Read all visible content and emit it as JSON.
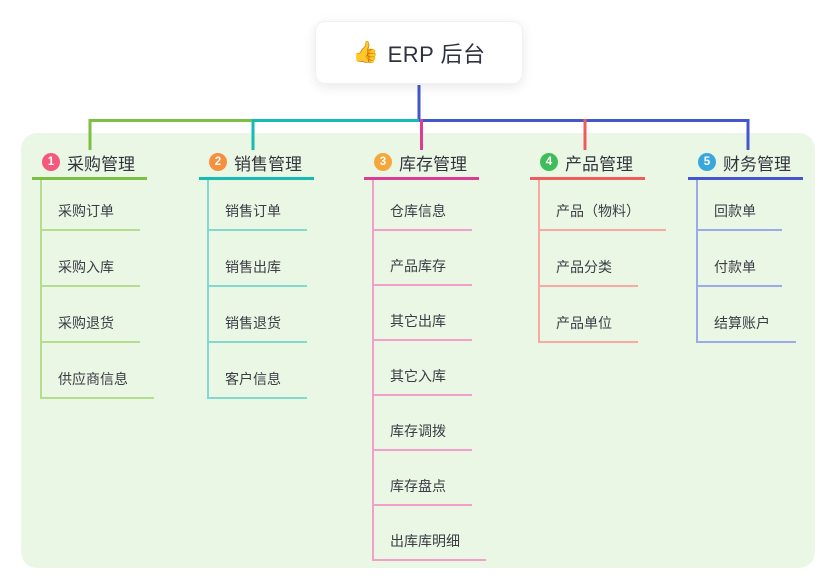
{
  "root": {
    "icon": "👍",
    "title": "ERP 后台"
  },
  "branches": [
    {
      "num": "1",
      "title": "采购管理",
      "badge_color": "#f4597c",
      "line_color": "#7dbe45",
      "child_line_color": "#b6dc90",
      "children": [
        "采购订单",
        "采购入库",
        "采购退货",
        "供应商信息"
      ]
    },
    {
      "num": "2",
      "title": "销售管理",
      "badge_color": "#f78f3f",
      "line_color": "#16bcb4",
      "child_line_color": "#82d9d0",
      "children": [
        "销售订单",
        "销售出库",
        "销售退货",
        "客户信息"
      ]
    },
    {
      "num": "3",
      "title": "库存管理",
      "badge_color": "#f6a73b",
      "line_color": "#dc3c94",
      "child_line_color": "#f2a0cb",
      "children": [
        "仓库信息",
        "产品库存",
        "其它出库",
        "其它入库",
        "库存调拨",
        "库存盘点",
        "出库库明细"
      ]
    },
    {
      "num": "4",
      "title": "产品管理",
      "badge_color": "#3fbd5b",
      "line_color": "#f25b5b",
      "child_line_color": "#f8a9a4",
      "children": [
        "产品（物料）",
        "产品分类",
        "产品单位"
      ]
    },
    {
      "num": "5",
      "title": "财务管理",
      "badge_color": "#37a7dd",
      "line_color": "#4456ce",
      "child_line_color": "#9baae8",
      "children": [
        "回款单",
        "付款单",
        "结算账户"
      ]
    }
  ],
  "colors": {
    "panel_bg": "#ebf7e5",
    "root_connector": "#4456ce",
    "title_text": "#33353e",
    "child_text": "#3b3d45"
  }
}
